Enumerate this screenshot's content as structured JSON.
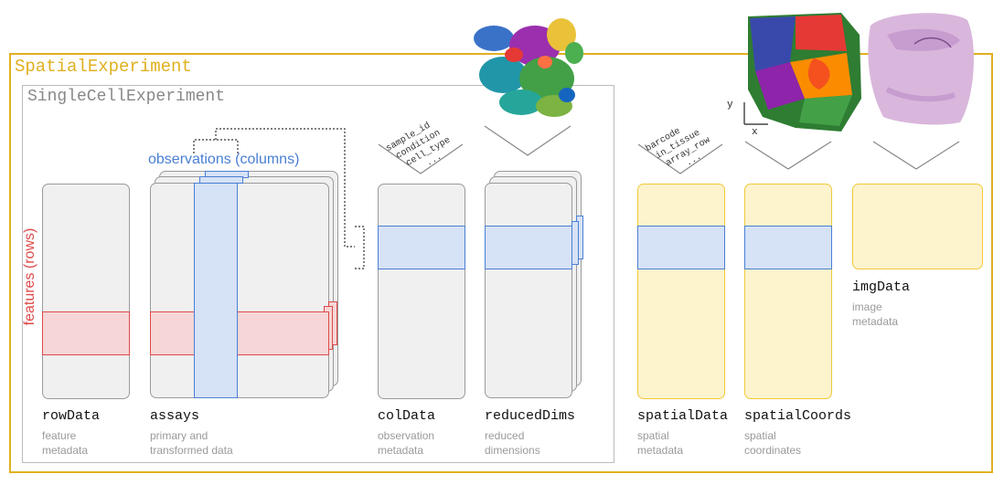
{
  "spe": {
    "title": "SpatialExperiment"
  },
  "sce": {
    "title": "SingleCellExperiment"
  },
  "observations_label": "observations (columns)",
  "features_label": "features (rows)",
  "rowData": {
    "name": "rowData",
    "desc": "feature\nmetadata"
  },
  "assays": {
    "name": "assays",
    "desc": "primary and\ntransformed data"
  },
  "colData": {
    "name": "colData",
    "desc": "observation\nmetadata",
    "fields": [
      "sample_id",
      "condition",
      "cell_type",
      "..."
    ]
  },
  "reducedDims": {
    "name": "reducedDims",
    "desc": "reduced\ndimensions"
  },
  "spatialData": {
    "name": "spatialData",
    "desc": "spatial\nmetadata",
    "fields": [
      "barcode",
      "in_tissue",
      "array_row",
      "..."
    ]
  },
  "spatialCoords": {
    "name": "spatialCoords",
    "desc": "spatial\ncoordinates",
    "axis_x": "x",
    "axis_y": "y"
  },
  "imgData": {
    "name": "imgData",
    "desc": "image\nmetadata"
  },
  "colors": {
    "spe": "#e0b020",
    "sce": "#bbbbbb",
    "blue": "#4a7fd4",
    "red": "#dc4a4a",
    "yellow_fill": "#fdf3cd",
    "gray_fill": "#f0f0f0"
  }
}
